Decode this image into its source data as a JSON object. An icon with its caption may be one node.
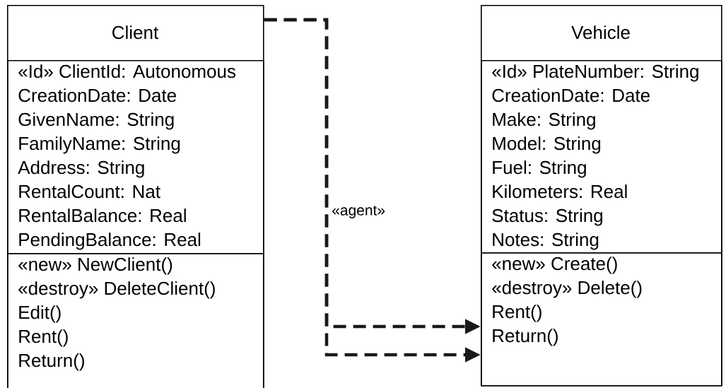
{
  "diagram": {
    "nodes": [
      {
        "text": [
          "Client"
        ]
      },
      {
        "text": [
          "«Id» ClientId: Autonomous",
          "CreationDate: Date",
          "GivenName: String",
          "FamilyName: String",
          "Address: String",
          "RentalCount: Nat",
          "RentalBalance: Real",
          "PendingBalance: Real"
        ],
        "in": 0
      },
      {
        "text": [
          "«new» NewClient()",
          "«destroy» DeleteClient()",
          "Edit()",
          "Rent()",
          "Return()"
        ],
        "in": 0
      },
      {
        "text": [
          "Vehicle"
        ]
      },
      {
        "text": [
          "«Id» PlateNumber: String",
          "CreationDate: Date",
          "Make: String",
          "Model: String",
          "Fuel: String",
          "Kilometers: Real",
          "Status: String",
          "Notes: String"
        ],
        "in": 3
      },
      {
        "text": [
          "«new» Create()",
          "«destroy» Delete()",
          "Rent()",
          "Return()"
        ],
        "in": 3
      }
    ],
    "edges": [
      {
        "from": 0,
        "to": 5,
        "arrow": "to",
        "label": "«agent»",
        "style": "dashed"
      },
      {
        "from": 0,
        "to": 5,
        "arrow": "to",
        "style": "dashed"
      }
    ]
  }
}
